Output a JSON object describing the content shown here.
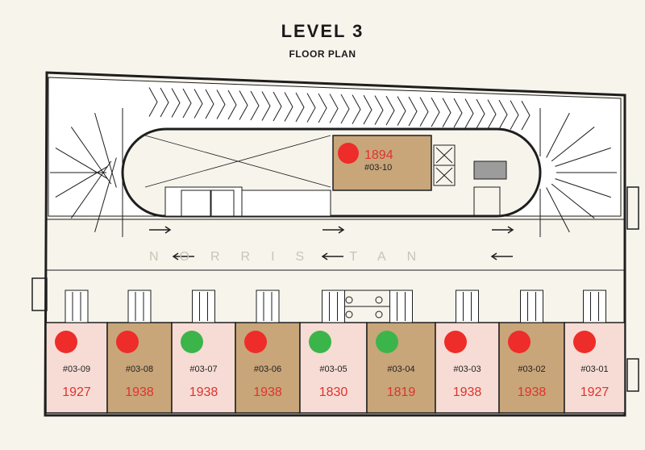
{
  "header": {
    "title": "LEVEL 3",
    "subtitle": "FLOOR PLAN"
  },
  "watermark": "NORRIS TAN",
  "colors": {
    "background": "#f7f4ec",
    "unit_pink": "#f6dcd4",
    "unit_tan": "#c8a67a",
    "status_red": "#ee2c2a",
    "status_green": "#3bb54a",
    "price_red": "#e0322e",
    "line": "#1e1e1e"
  },
  "units": [
    {
      "number": "#03-09",
      "price": "1927",
      "status": "red",
      "fill": "pink"
    },
    {
      "number": "#03-08",
      "price": "1938",
      "status": "red",
      "fill": "tan"
    },
    {
      "number": "#03-07",
      "price": "1938",
      "status": "green",
      "fill": "pink"
    },
    {
      "number": "#03-06",
      "price": "1938",
      "status": "red",
      "fill": "tan"
    },
    {
      "number": "#03-05",
      "price": "1830",
      "status": "green",
      "fill": "pink"
    },
    {
      "number": "#03-04",
      "price": "1819",
      "status": "green",
      "fill": "tan"
    },
    {
      "number": "#03-03",
      "price": "1938",
      "status": "red",
      "fill": "pink"
    },
    {
      "number": "#03-02",
      "price": "1938",
      "status": "red",
      "fill": "tan"
    },
    {
      "number": "#03-01",
      "price": "1927",
      "status": "red",
      "fill": "pink"
    }
  ],
  "top_unit": {
    "number": "#03-10",
    "price": "1894",
    "status": "red",
    "fill": "tan"
  }
}
